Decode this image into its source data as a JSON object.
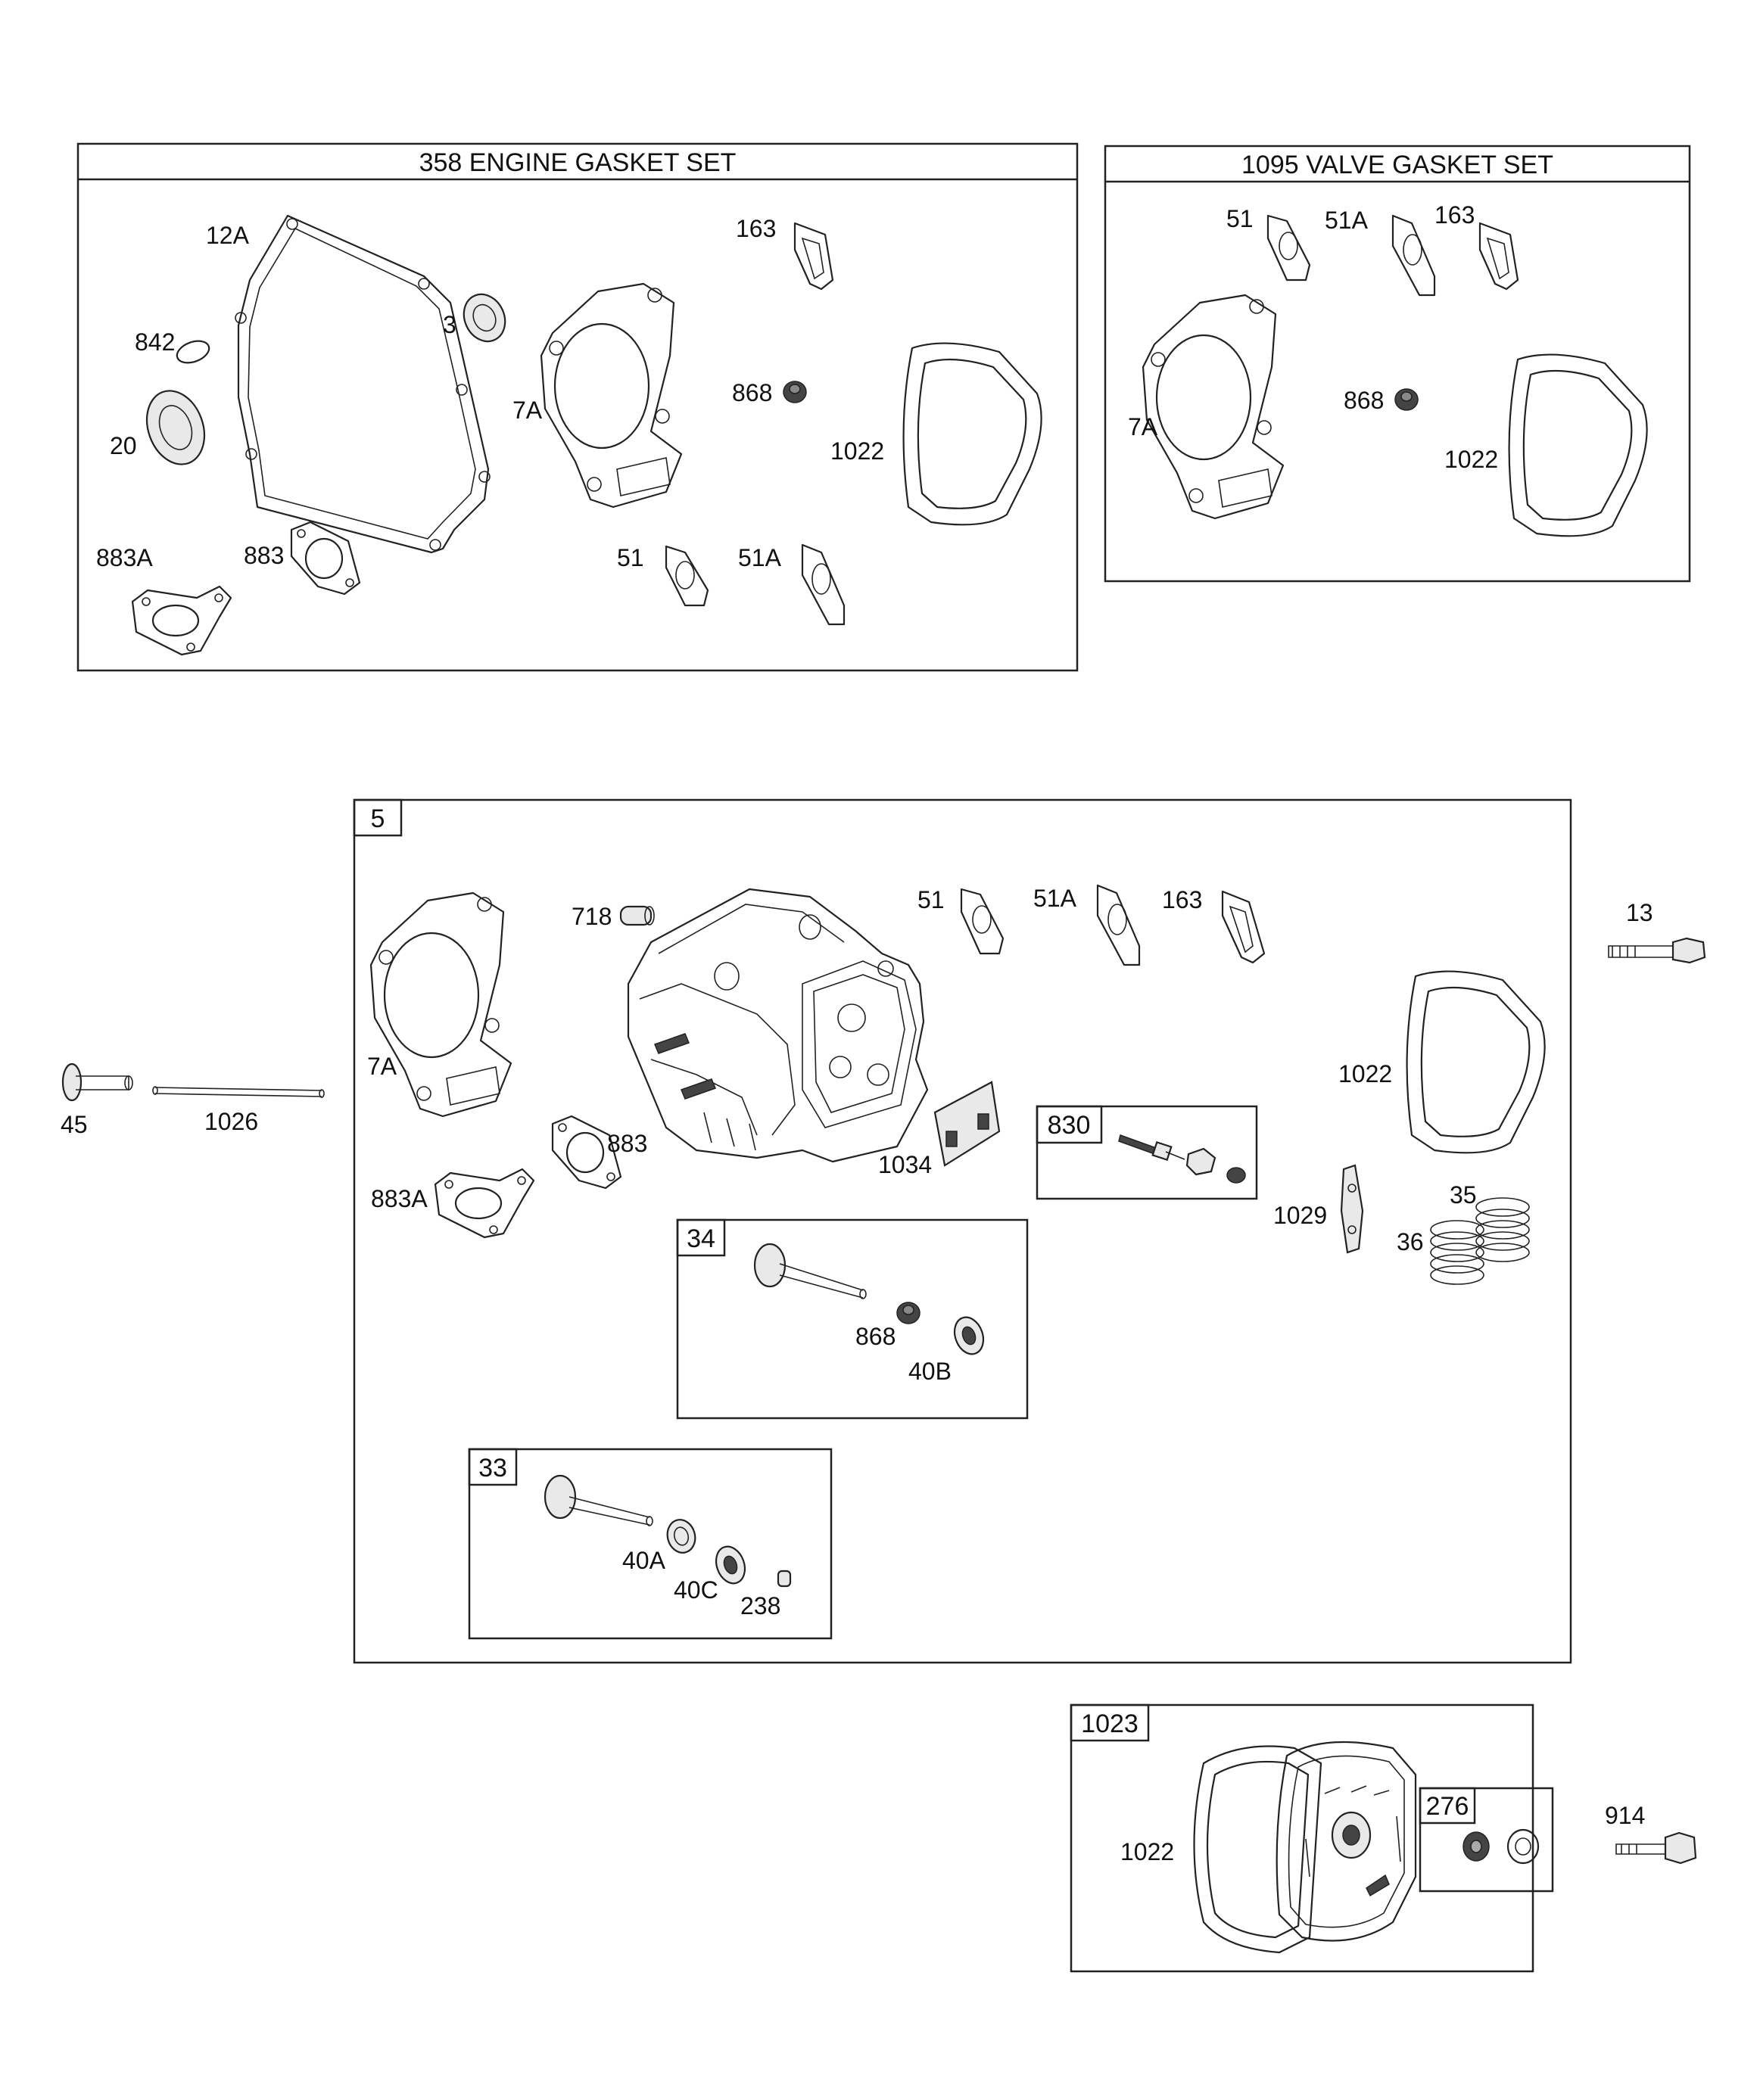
{
  "diagram": {
    "panels": {
      "engine_gasket_set": {
        "title": "358 ENGINE GASKET SET"
      },
      "valve_gasket_set": {
        "title": "1095 VALVE GASKET SET"
      },
      "cylinder_head_assy": {
        "tag": "5"
      },
      "exhaust_valve_kit": {
        "tag": "34"
      },
      "intake_valve_kit": {
        "tag": "33"
      },
      "rocker_stud_kit": {
        "tag": "830"
      },
      "valve_cover_assy": {
        "tag": "1023"
      },
      "breather_kit": {
        "tag": "276"
      }
    },
    "labels": {
      "eg_12a": "12A",
      "eg_842": "842",
      "eg_3": "3",
      "eg_20": "20",
      "eg_7a": "7A",
      "eg_163": "163",
      "eg_868": "868",
      "eg_1022": "1022",
      "eg_883a": "883A",
      "eg_883": "883",
      "eg_51": "51",
      "eg_51a": "51A",
      "vg_51": "51",
      "vg_51a": "51A",
      "vg_163": "163",
      "vg_7a": "7A",
      "vg_868": "868",
      "vg_1022": "1022",
      "ch_7a": "7A",
      "ch_718": "718",
      "ch_51": "51",
      "ch_51a": "51A",
      "ch_163": "163",
      "ch_883": "883",
      "ch_883a": "883A",
      "ch_1034": "1034",
      "ch_1022": "1022",
      "ch_1029": "1029",
      "ch_35": "35",
      "ch_36": "36",
      "ev_868": "868",
      "ev_40b": "40B",
      "iv_40a": "40A",
      "iv_40c": "40C",
      "iv_238": "238",
      "ext_13": "13",
      "ext_45": "45",
      "ext_1026": "1026",
      "ext_914": "914",
      "vc_1022": "1022"
    }
  }
}
